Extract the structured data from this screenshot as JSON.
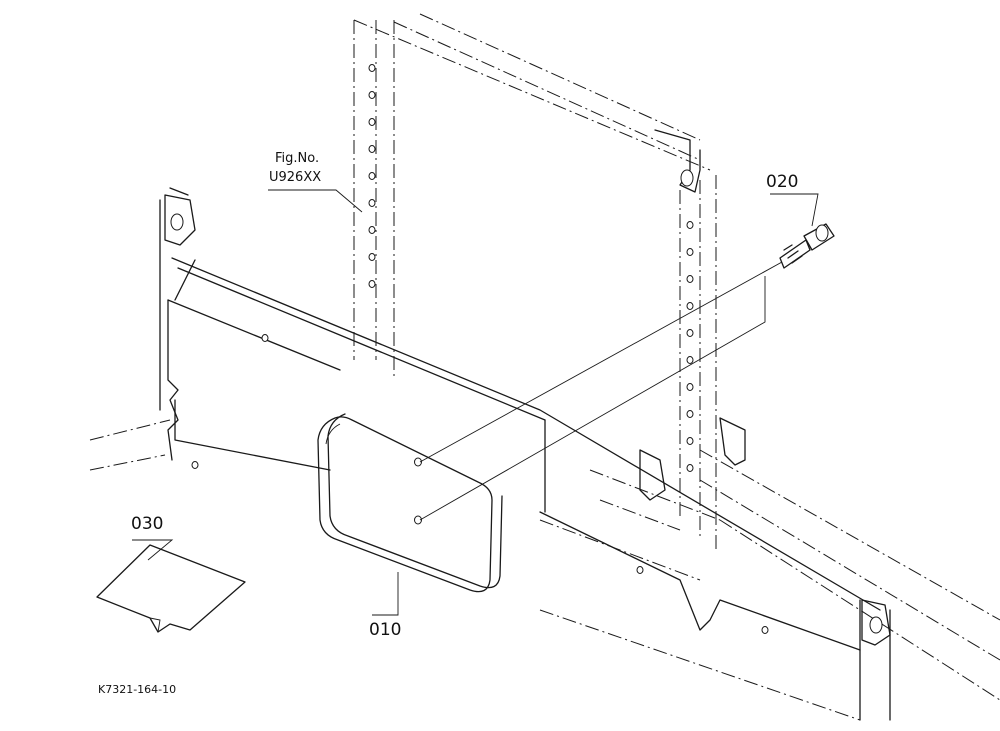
{
  "labels": {
    "fig_line1": "Fig.No.",
    "fig_line2": "U926XX",
    "part_010": "010",
    "part_020": "020",
    "part_030": "030",
    "drawing_ref": "K7321-164-10"
  },
  "parts": [
    {
      "id": "010",
      "icon": "lamp-lens"
    },
    {
      "id": "020",
      "icon": "screw-fitting"
    },
    {
      "id": "030",
      "icon": "label-sticker"
    }
  ],
  "colors": {
    "line": "#1a1a1a",
    "background": "#ffffff"
  }
}
